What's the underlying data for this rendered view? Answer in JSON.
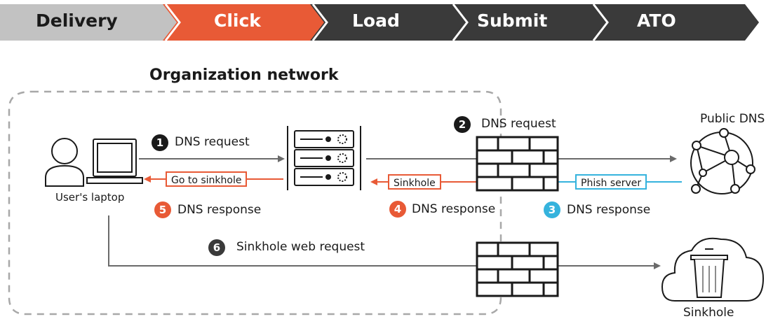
{
  "stages": {
    "delivery": "Delivery",
    "click": "Click",
    "load": "Load",
    "submit": "Submit",
    "ato": "ATO"
  },
  "diagram": {
    "network_title": "Organization network",
    "public_dns": "Public DNS",
    "users_laptop": "User's laptop",
    "sinkhole": "Sinkhole",
    "steps": {
      "s1": {
        "num": "1",
        "label": "DNS request"
      },
      "s2": {
        "num": "2",
        "label": "DNS request"
      },
      "s3": {
        "num": "3",
        "label": "DNS response"
      },
      "s4": {
        "num": "4",
        "label": "DNS response"
      },
      "s5": {
        "num": "5",
        "label": "DNS response"
      },
      "s6": {
        "num": "6",
        "label": "Sinkhole web request"
      }
    },
    "arrow_labels": {
      "go_to_sinkhole": "Go to sinkhole",
      "sinkhole": "Sinkhole",
      "phish_server": "Phish server"
    }
  },
  "colors": {
    "active_stage": "#e85a36",
    "inactive_stage": "#3a3a3a",
    "past_stage": "#c2c2c2",
    "orange": "#e85a36",
    "blue": "#35b3dd",
    "dark": "#1a1a1a",
    "gray_line": "#7a7a7a",
    "boundary": "#a8a8a8"
  }
}
